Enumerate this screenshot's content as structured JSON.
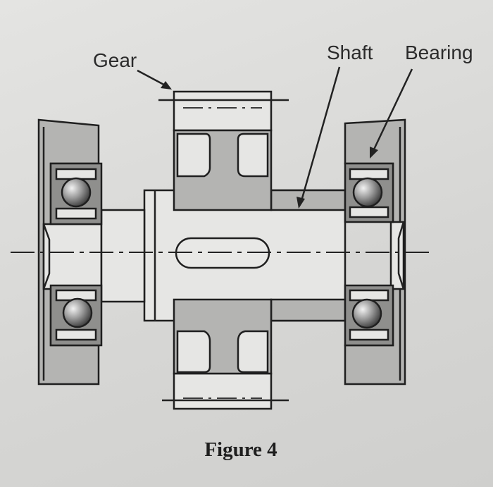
{
  "labels": {
    "gear": "Gear",
    "shaft": "Shaft",
    "bearing": "Bearing"
  },
  "caption": "Figure 4",
  "colors": {
    "background": "#dcdcda",
    "part_fill": "#b4b4b2",
    "light_fill": "#e6e6e4",
    "bearing_fill": "#8f8f8d",
    "ink": "#222222"
  }
}
